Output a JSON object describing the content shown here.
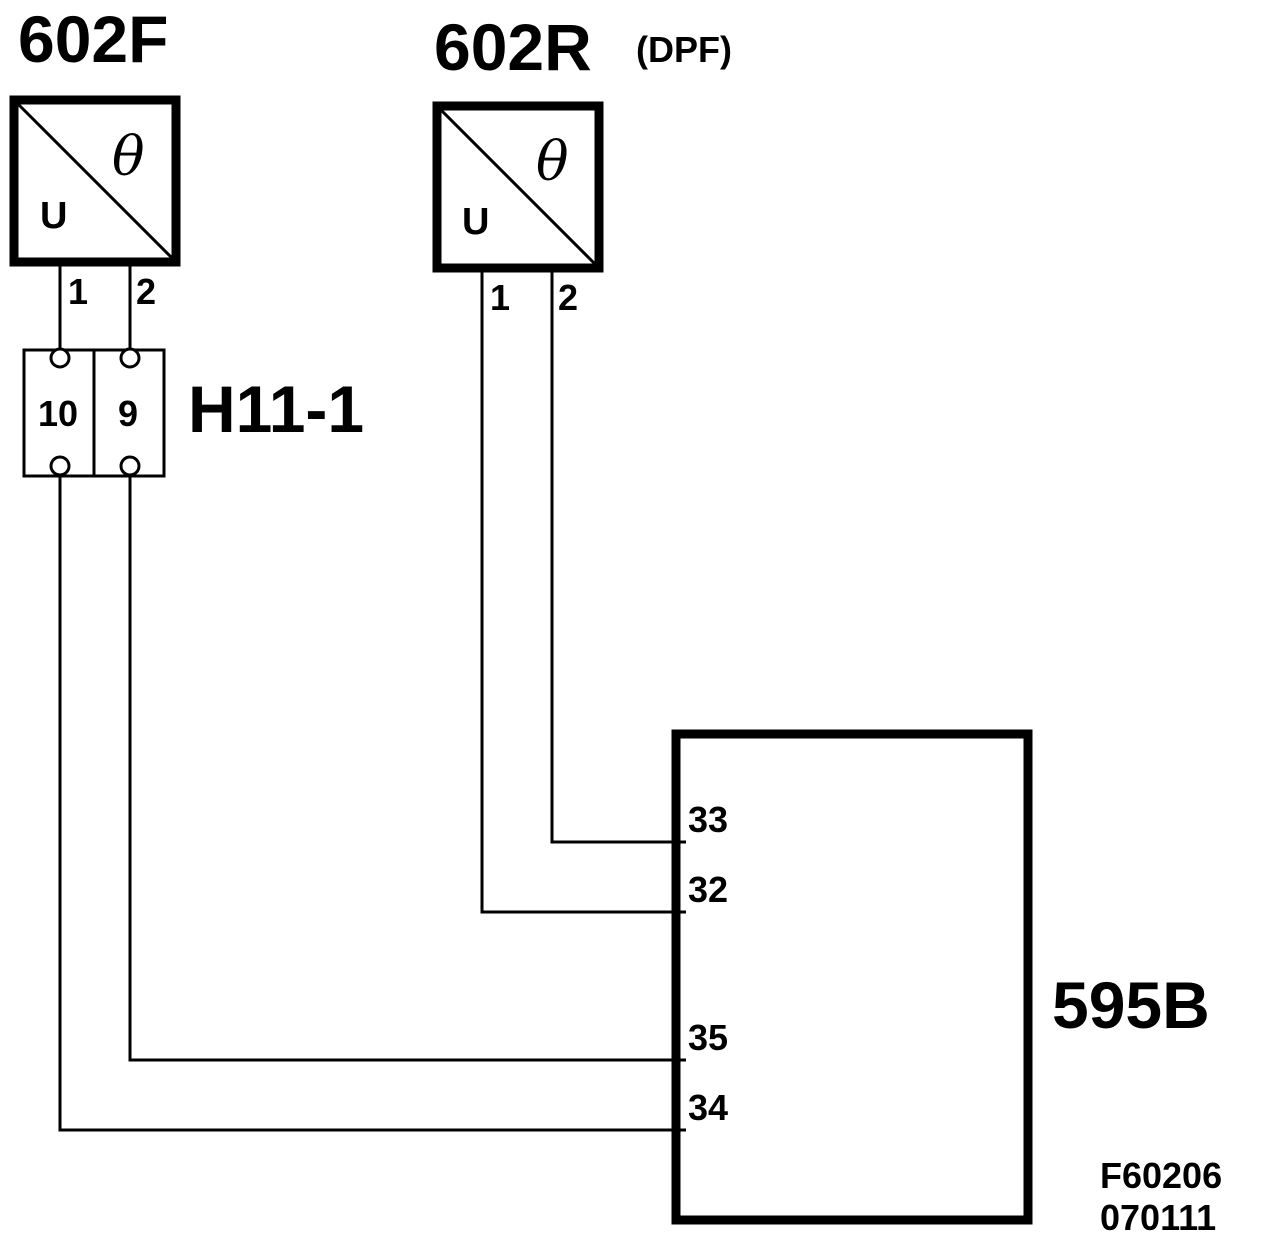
{
  "sensors": [
    {
      "id": "602F",
      "label": "602F",
      "suffix": "",
      "input_symbol": "U",
      "output_symbol": "θ",
      "pins": [
        "1",
        "2"
      ]
    },
    {
      "id": "602R",
      "label": "602R",
      "suffix": "(DPF)",
      "input_symbol": "U",
      "output_symbol": "θ",
      "pins": [
        "1",
        "2"
      ]
    }
  ],
  "connector": {
    "label": "H11-1",
    "pins": [
      "10",
      "9"
    ]
  },
  "ecu": {
    "label": "595B",
    "pins": [
      "33",
      "32",
      "35",
      "34"
    ]
  },
  "reference": [
    "F60206",
    "070111"
  ]
}
